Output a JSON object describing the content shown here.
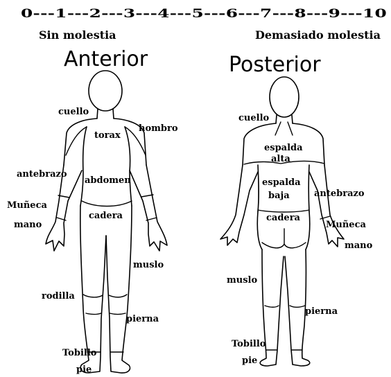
{
  "scale": {
    "text": "0---1---2---3---4---5---6---7---8---9---10",
    "low_label": "Sin molestia",
    "high_label": "Demasiado molestia"
  },
  "anterior": {
    "title": "Anterior",
    "labels": {
      "cuello": "cuello",
      "torax": "torax",
      "hombro": "hombro",
      "antebrazo": "antebrazo",
      "abdomen": "abdomen",
      "muneca": "Muñeca",
      "mano": "mano",
      "cadera": "cadera",
      "muslo": "muslo",
      "rodilla": "rodilla",
      "pierna": "pierna",
      "tobillo": "Tobillo",
      "pie": "pie"
    }
  },
  "posterior": {
    "title": "Posterior",
    "labels": {
      "cuello": "cuello",
      "espalda_alta_1": "espalda",
      "espalda_alta_2": "alta",
      "espalda_baja_1": "espalda",
      "espalda_baja_2": "baja",
      "antebrazo": "antebrazo",
      "cadera": "cadera",
      "muneca": "Muñeca",
      "mano": "mano",
      "muslo": "muslo",
      "pierna": "pierna",
      "tobillo": "Tobillo",
      "pie": "pie"
    }
  }
}
